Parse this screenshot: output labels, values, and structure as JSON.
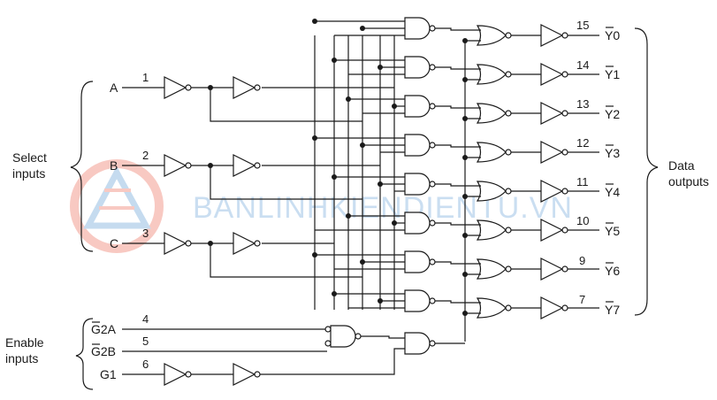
{
  "groups": {
    "select": "Select\ninputs",
    "enable": "Enable\ninputs",
    "data": "Data\noutputs"
  },
  "inputs": [
    {
      "name": "A",
      "pin": "1"
    },
    {
      "name": "B",
      "pin": "2"
    },
    {
      "name": "C",
      "pin": "3"
    },
    {
      "name": "G2A",
      "pin": "4",
      "overbar": true
    },
    {
      "name": "G2B",
      "pin": "5",
      "overbar": true
    },
    {
      "name": "G1",
      "pin": "6"
    }
  ],
  "outputs": [
    {
      "name": "Y0",
      "pin": "15"
    },
    {
      "name": "Y1",
      "pin": "14"
    },
    {
      "name": "Y2",
      "pin": "13"
    },
    {
      "name": "Y3",
      "pin": "12"
    },
    {
      "name": "Y4",
      "pin": "11"
    },
    {
      "name": "Y5",
      "pin": "10"
    },
    {
      "name": "Y6",
      "pin": "9"
    },
    {
      "name": "Y7",
      "pin": "7"
    }
  ],
  "watermark": "BANLINHKIENDIENTU.VN",
  "colors": {
    "line": "#1a1a1a",
    "watermark": "#9fc4e6",
    "logo": "#f08a7a"
  }
}
